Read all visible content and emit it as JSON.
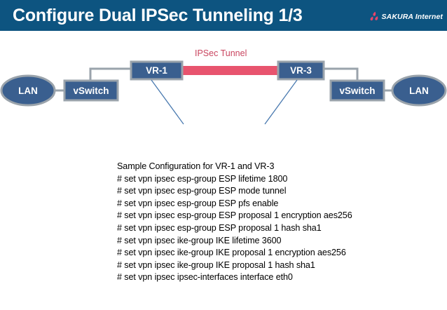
{
  "header": {
    "title": "Configure Dual IPSec Tunneling 1/3",
    "brand_name": "SAKURA Internet",
    "brand_mark_icon": "sakura-petal-icon",
    "bg_color": "#0d5480",
    "swoosh_color": "#e05070",
    "title_color": "#ffffff"
  },
  "diagram": {
    "tunnel_label": "IPSec Tunnel",
    "tunnel_color": "#e8546e",
    "node_fill": "#3a5f8f",
    "node_border": "#9aa3ab",
    "connector_color": "#9aa3ab",
    "leader_color": "#4a7ab0",
    "nodes": [
      {
        "name": "lan-left",
        "label": "LAN"
      },
      {
        "name": "vswitch-left",
        "label": "vSwitch"
      },
      {
        "name": "vr-1",
        "label": "VR-1"
      },
      {
        "name": "vr-3",
        "label": "VR-3"
      },
      {
        "name": "vswitch-right",
        "label": "vSwitch"
      },
      {
        "name": "lan-right",
        "label": "LAN"
      }
    ]
  },
  "config": {
    "heading": "Sample Configuration for VR-1 and VR-3",
    "lines": [
      "# set vpn ipsec esp-group ESP lifetime 1800",
      "# set vpn ipsec esp-group ESP mode tunnel",
      "# set vpn ipsec esp-group ESP pfs enable",
      "# set vpn ipsec esp-group ESP proposal 1 encryption aes256",
      "# set vpn ipsec esp-group ESP proposal 1 hash sha1",
      "# set vpn ipsec ike-group IKE lifetime 3600",
      "# set vpn ipsec ike-group IKE proposal 1 encryption aes256",
      "# set vpn ipsec ike-group IKE proposal 1 hash sha1",
      "# set vpn ipsec ipsec-interfaces interface eth0"
    ]
  }
}
